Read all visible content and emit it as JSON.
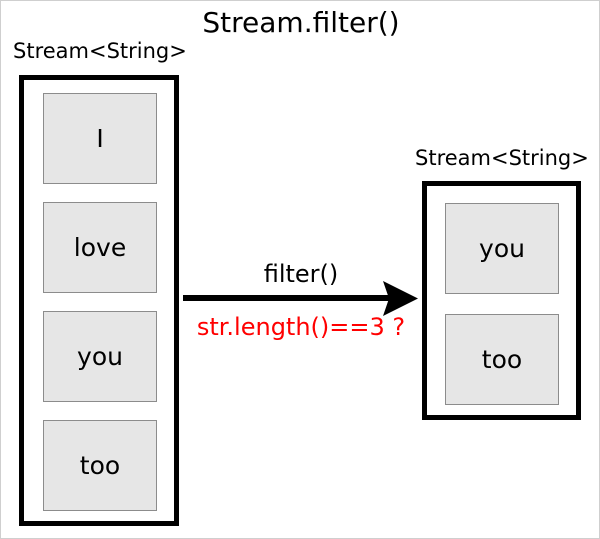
{
  "diagram": {
    "title": "Stream.filter()",
    "accent_color": "#ff0000",
    "line_color": "#000000",
    "item_fill": "#e6e6e6",
    "item_border": "#8c8c8c",
    "background": "#ffffff"
  },
  "source_stream": {
    "label": "Stream<String>",
    "items": [
      {
        "text": "I"
      },
      {
        "text": "love"
      },
      {
        "text": "you"
      },
      {
        "text": "too"
      }
    ]
  },
  "operation": {
    "name": "filter()",
    "predicate": "str.length()==3 ?",
    "arrow_icon": "arrow-right-icon"
  },
  "result_stream": {
    "label": "Stream<String>",
    "items": [
      {
        "text": "you"
      },
      {
        "text": "too"
      }
    ]
  }
}
